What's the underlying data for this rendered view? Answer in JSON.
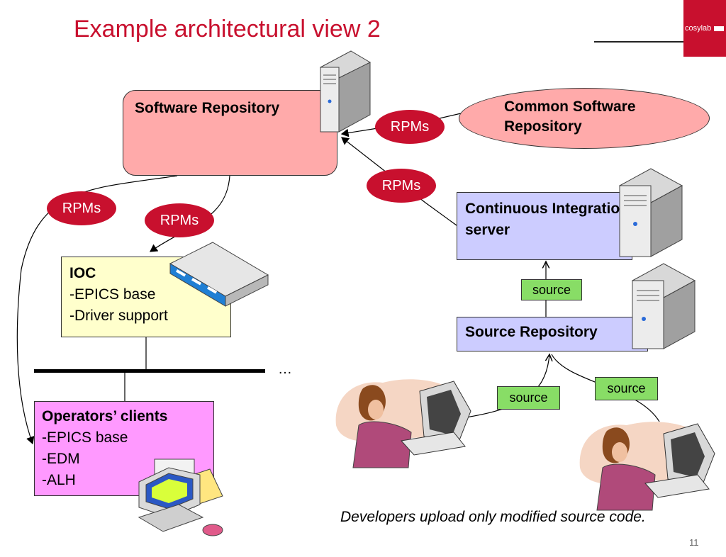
{
  "title": "Example architectural view 2",
  "logo_text": "cosylab",
  "software_repository": {
    "label": "Software Repository"
  },
  "common_repository": {
    "label": "Common Software Repository"
  },
  "ci_server": {
    "label": "Continuous Integration server"
  },
  "source_repository": {
    "label": "Source Repository"
  },
  "ioc": {
    "title": "IOC",
    "items": [
      "-EPICS base",
      "-Driver support"
    ]
  },
  "operators": {
    "title": "Operators’ clients",
    "items": [
      "-EPICS base",
      "-EDM",
      "-ALH"
    ]
  },
  "rpm_labels": [
    "RPMs",
    "RPMs",
    "RPMs",
    "RPMs"
  ],
  "source_labels": [
    "source",
    "source",
    "source"
  ],
  "ellipsis": "…",
  "caption": "Developers upload only modified source code.",
  "page_number": "11",
  "colors": {
    "title": "#c8102e",
    "rpm": "#c8102e",
    "repo_fill": "#ffaaaa",
    "server_fill": "#ccccff",
    "ioc_fill": "#ffffcc",
    "operators_fill": "#ff99ff",
    "source_fill": "#88dd66"
  }
}
